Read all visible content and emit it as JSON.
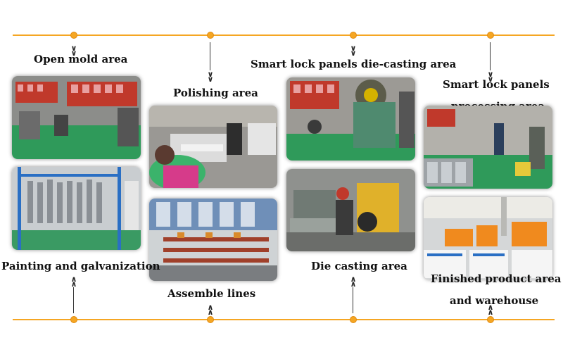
{
  "labels": {
    "open_mold": "Open mold area",
    "polishing": "Polishing area",
    "die_cast_panels": "Smart lock panels die-casting area",
    "processing_line1": "Smart lock panels",
    "processing_line2": "processing area",
    "painting": "Painting and galvanization",
    "assemble": "Assemble lines",
    "die_casting": "Die casting area",
    "finished_line1": "Finished product area",
    "finished_line2": "and warehouse"
  },
  "colors": {
    "accent": "#f5a623",
    "floor_green": "#2f9a5a",
    "machine_red": "#c0392b",
    "frame_blue": "#2a6fc4"
  }
}
